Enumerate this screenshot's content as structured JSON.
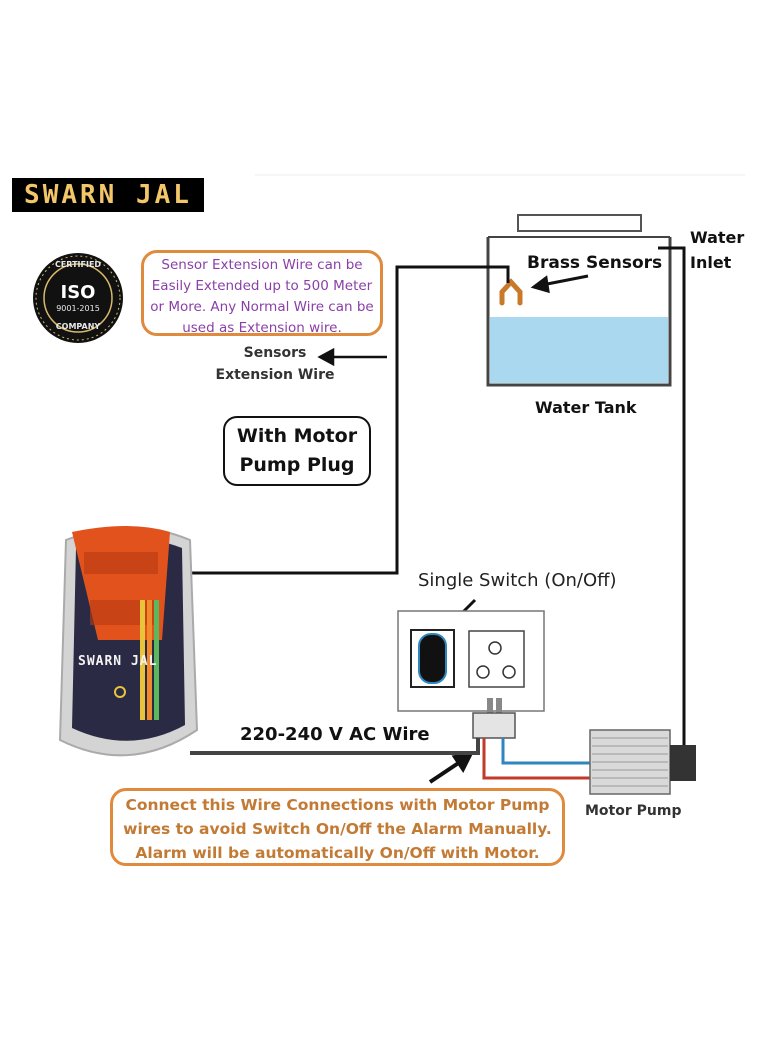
{
  "brand": {
    "logo_text": "SWARN JAL",
    "device_logo_text": "SWARN JAL"
  },
  "iso_seal": {
    "top": "CERTIFIED",
    "middle": "ISO",
    "standard": "9001-2015",
    "bottom": "COMPANY"
  },
  "labels": {
    "water_inlet": "Water Inlet",
    "brass_sensors": "Brass Sensors",
    "water_tank": "Water Tank",
    "sensors_extension_wire_line1": "Sensors",
    "sensors_extension_wire_line2": "Extension Wire",
    "with_motor_pump_plug_line1": "With Motor",
    "with_motor_pump_plug_line2": "Pump Plug",
    "single_switch": "Single Switch (On/Off)",
    "ac_wire": "220-240 V AC Wire",
    "motor_pump": "Motor Pump"
  },
  "notes": {
    "extension_wire_note": [
      "Sensor Extension Wire can be",
      "Easily Extended up to 500 Meter",
      "or More. Any Normal Wire can be",
      "used as Extension wire."
    ],
    "connection_note": [
      "Connect this Wire Connections with Motor Pump",
      "wires to avoid Switch On/Off the Alarm Manually.",
      "Alarm will be automatically On/Off with Motor."
    ]
  },
  "colors": {
    "orange_border": "#e08a3e",
    "note_purple": "#8a3fa8",
    "note_brown": "#c27a35",
    "water": "#a9d8ef",
    "wire_red": "#c23a2a",
    "wire_blue": "#2e86c1"
  }
}
